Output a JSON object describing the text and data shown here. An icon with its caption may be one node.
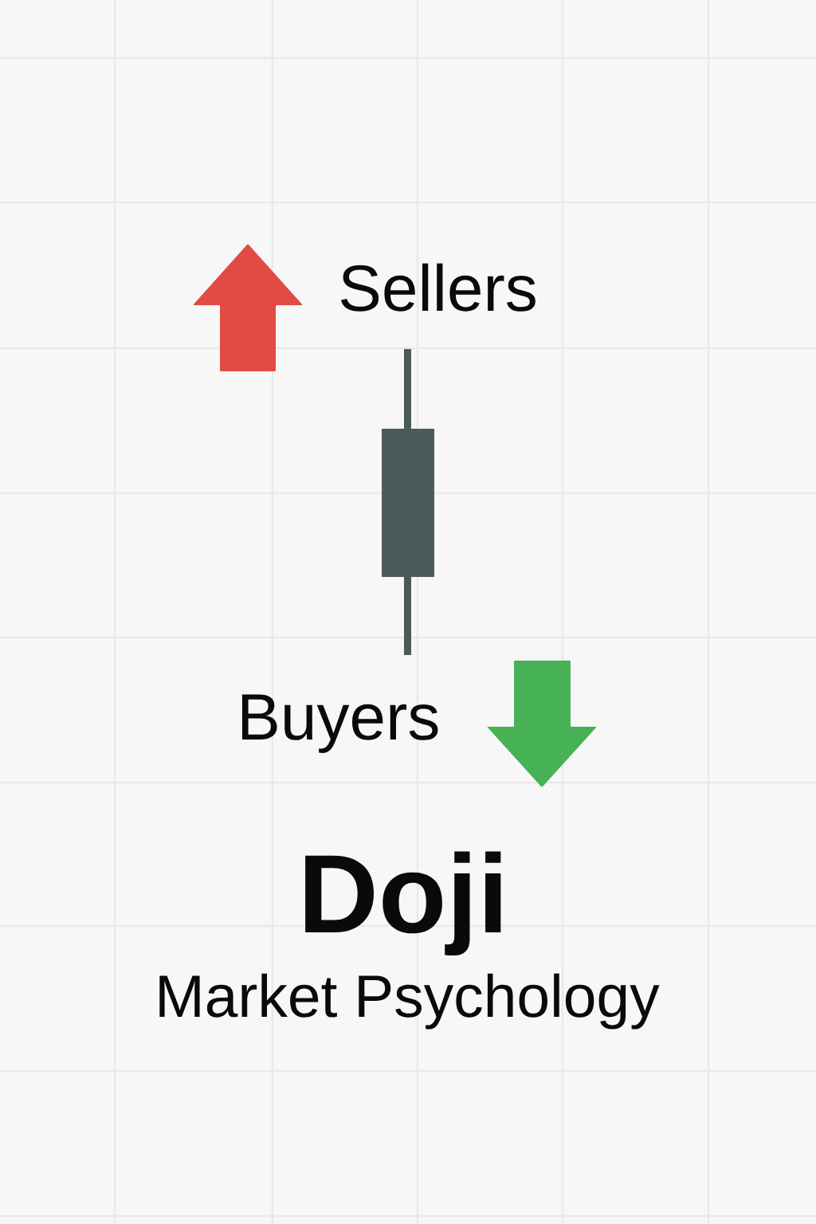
{
  "diagram": {
    "title": "Doji",
    "caption": "Market Psychology",
    "labels": [
      "Sellers",
      "Buyers"
    ]
  }
}
